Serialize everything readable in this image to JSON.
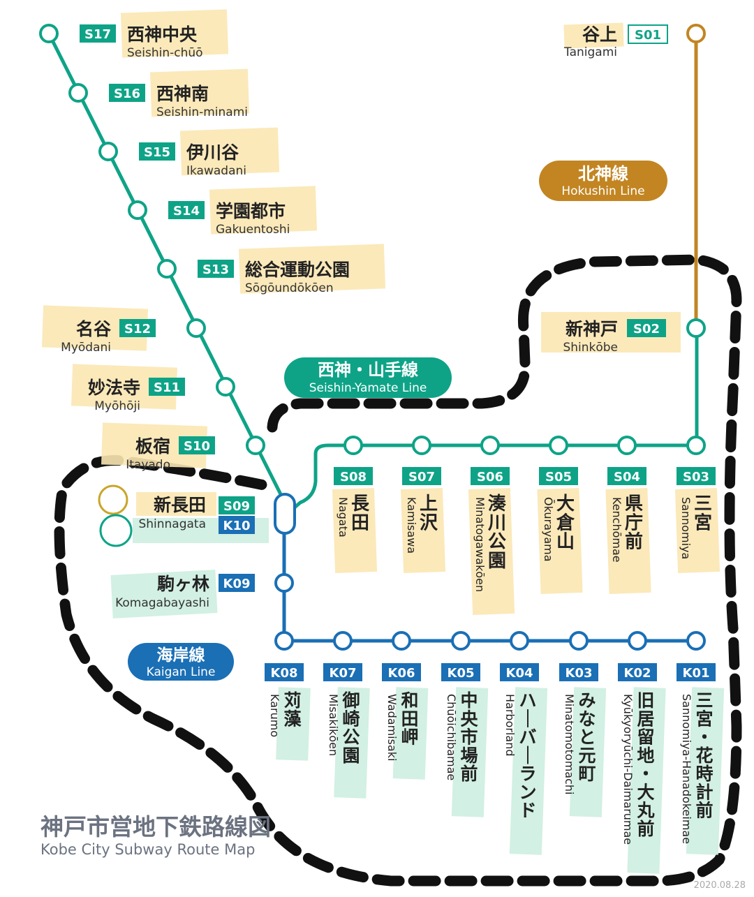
{
  "map_title": {
    "jp": "神戸市営地下鉄路線図",
    "en": "Kobe City Subway Route Map"
  },
  "date_stamp": "2020.08.28",
  "colors": {
    "seishin_yamate": "#0ea387",
    "kaigan": "#1a6fb5",
    "hokushin": "#c28522",
    "highlight_yellow": "#fbe7b2",
    "highlight_green": "#cdeee0",
    "dashed_outline": "#111111"
  },
  "lines": [
    {
      "id": "seishin",
      "jp": "西神・山手線",
      "en": "Seishin-Yamate Line",
      "color": "#0ea387"
    },
    {
      "id": "hokushin",
      "jp": "北神線",
      "en": "Hokushin Line",
      "color": "#c28522"
    },
    {
      "id": "kaigan",
      "jp": "海岸線",
      "en": "Kaigan Line",
      "color": "#1a6fb5"
    }
  ],
  "stations_diagonal": [
    {
      "code": "S17",
      "jp": "西神中央",
      "en": "Seishin-chūō"
    },
    {
      "code": "S16",
      "jp": "西神南",
      "en": "Seishin-minami"
    },
    {
      "code": "S15",
      "jp": "伊川谷",
      "en": "Ikawadani"
    },
    {
      "code": "S14",
      "jp": "学園都市",
      "en": "Gakuentoshi"
    },
    {
      "code": "S13",
      "jp": "総合運動公園",
      "en": "Sōgōundōkōen"
    },
    {
      "code": "S12",
      "jp": "名谷",
      "en": "Myōdani"
    },
    {
      "code": "S11",
      "jp": "妙法寺",
      "en": "Myōhōji"
    },
    {
      "code": "S10",
      "jp": "板宿",
      "en": "Itayado"
    }
  ],
  "station_shinnagata": {
    "codes": [
      "S09",
      "K10"
    ],
    "jp": "新長田",
    "en": "Shinnagata"
  },
  "station_komagabayashi": {
    "code": "K09",
    "jp": "駒ヶ林",
    "en": "Komagabayashi"
  },
  "stations_yamate": [
    {
      "code": "S08",
      "jp": "長田",
      "en": "Nagata"
    },
    {
      "code": "S07",
      "jp": "上沢",
      "en": "Kamisawa"
    },
    {
      "code": "S06",
      "jp": "湊川公園",
      "en": "Minatogawakōen"
    },
    {
      "code": "S05",
      "jp": "大倉山",
      "en": "Ōkurayama"
    },
    {
      "code": "S04",
      "jp": "県庁前",
      "en": "Kenchōmae"
    },
    {
      "code": "S03",
      "jp": "三宮",
      "en": "Sannomiya"
    }
  ],
  "stations_kaigan": [
    {
      "code": "K08",
      "jp": "苅藻",
      "en": "Karumo"
    },
    {
      "code": "K07",
      "jp": "御崎公園",
      "en": "Misakikōen"
    },
    {
      "code": "K06",
      "jp": "和田岬",
      "en": "Wadamisaki"
    },
    {
      "code": "K05",
      "jp": "中央市場前",
      "en": "Chūōichibamae"
    },
    {
      "code": "K04",
      "jp": "ハーバーランド",
      "en": "Harborland"
    },
    {
      "code": "K03",
      "jp": "みなと元町",
      "en": "Minatomotomachi"
    },
    {
      "code": "K02",
      "jp": "旧居留地・大丸前",
      "en": "Kyūkyoryūchi-Daimarumae"
    },
    {
      "code": "K01",
      "jp": "三宮・花時計前",
      "en": "Sannomiya-Hanadokeimae"
    }
  ],
  "station_shinkobe": {
    "code": "S02",
    "jp": "新神戸",
    "en": "Shinkōbe"
  },
  "station_tanigami": {
    "code": "S01",
    "jp": "谷上",
    "en": "Tanigami"
  }
}
